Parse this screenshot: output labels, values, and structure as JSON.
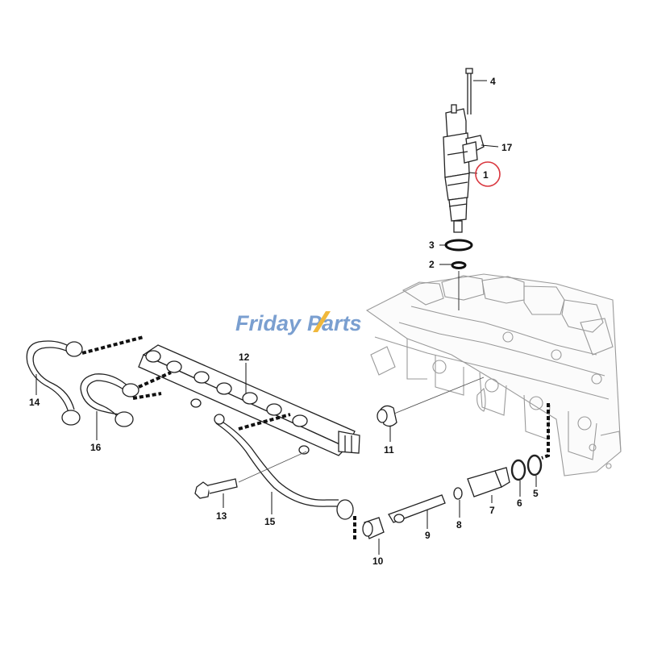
{
  "watermark": {
    "word1": "Friday",
    "word2": "Parts",
    "color1": "#7a9fd0",
    "color2": "#7a9fd0",
    "slash_color": "#f0b83c"
  },
  "highlight_color": "#d9363e",
  "callouts": {
    "p1": "1",
    "p2": "2",
    "p3": "3",
    "p4": "4",
    "p5": "5",
    "p6": "6",
    "p7": "7",
    "p8": "8",
    "p9": "9",
    "p10": "10",
    "p11": "11",
    "p12": "12",
    "p13": "13",
    "p14": "14",
    "p15": "15",
    "p16": "16",
    "p17": "17"
  }
}
